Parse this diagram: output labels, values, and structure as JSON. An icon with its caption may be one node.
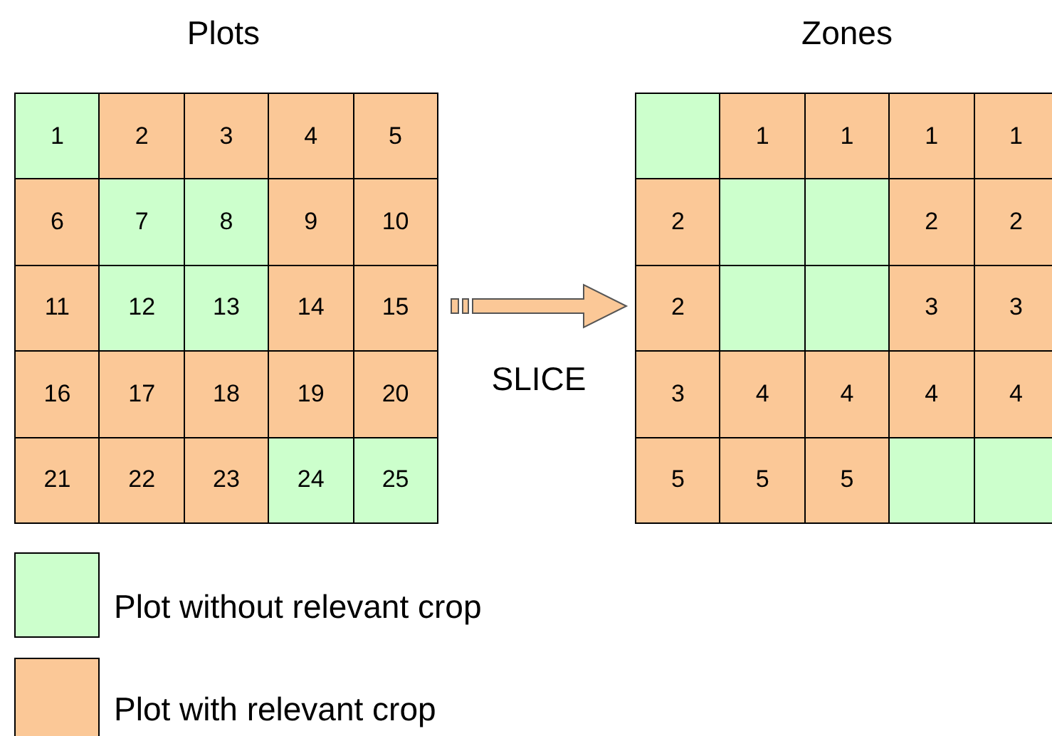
{
  "diagram": {
    "nodes": [
      {
        "text": [
          "Plots"
        ]
      },
      {
        "text": [
          "1"
        ],
        "in": 0
      },
      {
        "text": [
          "2"
        ],
        "in": 0
      },
      {
        "text": [
          "3"
        ],
        "in": 0
      },
      {
        "text": [
          "4"
        ],
        "in": 0
      },
      {
        "text": [
          "5"
        ],
        "in": 0
      },
      {
        "text": [
          "6"
        ],
        "in": 0
      },
      {
        "text": [
          "7"
        ],
        "in": 0
      },
      {
        "text": [
          "8"
        ],
        "in": 0
      },
      {
        "text": [
          "9"
        ],
        "in": 0
      },
      {
        "text": [
          "10"
        ],
        "in": 0
      },
      {
        "text": [
          "11"
        ],
        "in": 0
      },
      {
        "text": [
          "12"
        ],
        "in": 0
      },
      {
        "text": [
          "13"
        ],
        "in": 0
      },
      {
        "text": [
          "14"
        ],
        "in": 0
      },
      {
        "text": [
          "15"
        ],
        "in": 0
      },
      {
        "text": [
          "16"
        ],
        "in": 0
      },
      {
        "text": [
          "17"
        ],
        "in": 0
      },
      {
        "text": [
          "18"
        ],
        "in": 0
      },
      {
        "text": [
          "19"
        ],
        "in": 0
      },
      {
        "text": [
          "20"
        ],
        "in": 0
      },
      {
        "text": [
          "21"
        ],
        "in": 0
      },
      {
        "text": [
          "22"
        ],
        "in": 0
      },
      {
        "text": [
          "23"
        ],
        "in": 0
      },
      {
        "text": [
          "24"
        ],
        "in": 0
      },
      {
        "text": [
          "25"
        ],
        "in": 0
      },
      {
        "text": [
          "Zones"
        ]
      },
      {
        "text": [],
        "shape": "box",
        "in": 26
      },
      {
        "text": [
          "1"
        ],
        "in": 26
      },
      {
        "text": [
          "1"
        ],
        "in": 26
      },
      {
        "text": [
          "1"
        ],
        "in": 26
      },
      {
        "text": [
          "1"
        ],
        "in": 26
      },
      {
        "text": [
          "2"
        ],
        "in": 26
      },
      {
        "text": [],
        "shape": "box",
        "in": 26
      },
      {
        "text": [],
        "shape": "box",
        "in": 26
      },
      {
        "text": [
          "2"
        ],
        "in": 26
      },
      {
        "text": [
          "2"
        ],
        "in": 26
      },
      {
        "text": [
          "2"
        ],
        "in": 26
      },
      {
        "text": [],
        "shape": "box",
        "in": 26
      },
      {
        "text": [],
        "shape": "box",
        "in": 26
      },
      {
        "text": [
          "3"
        ],
        "in": 26
      },
      {
        "text": [
          "3"
        ],
        "in": 26
      },
      {
        "text": [
          "3"
        ],
        "in": 26
      },
      {
        "text": [
          "4"
        ],
        "in": 26
      },
      {
        "text": [
          "4"
        ],
        "in": 26
      },
      {
        "text": [
          "4"
        ],
        "in": 26
      },
      {
        "text": [
          "4"
        ],
        "in": 26
      },
      {
        "text": [
          "5"
        ],
        "in": 26
      },
      {
        "text": [
          "5"
        ],
        "in": 26
      },
      {
        "text": [
          "5"
        ],
        "in": 26
      },
      {
        "text": [],
        "shape": "box",
        "in": 26
      },
      {
        "text": [],
        "shape": "box",
        "in": 26
      }
    ],
    "edges": [
      {
        "from": 0,
        "to": 26,
        "arrow": "to",
        "label": "SLICE"
      }
    ],
    "legend": [
      {
        "text": "Plot without relevant crop",
        "color": "#ccffcc"
      },
      {
        "text": "Plot with relevant crop",
        "color": "#fbc897"
      }
    ]
  }
}
